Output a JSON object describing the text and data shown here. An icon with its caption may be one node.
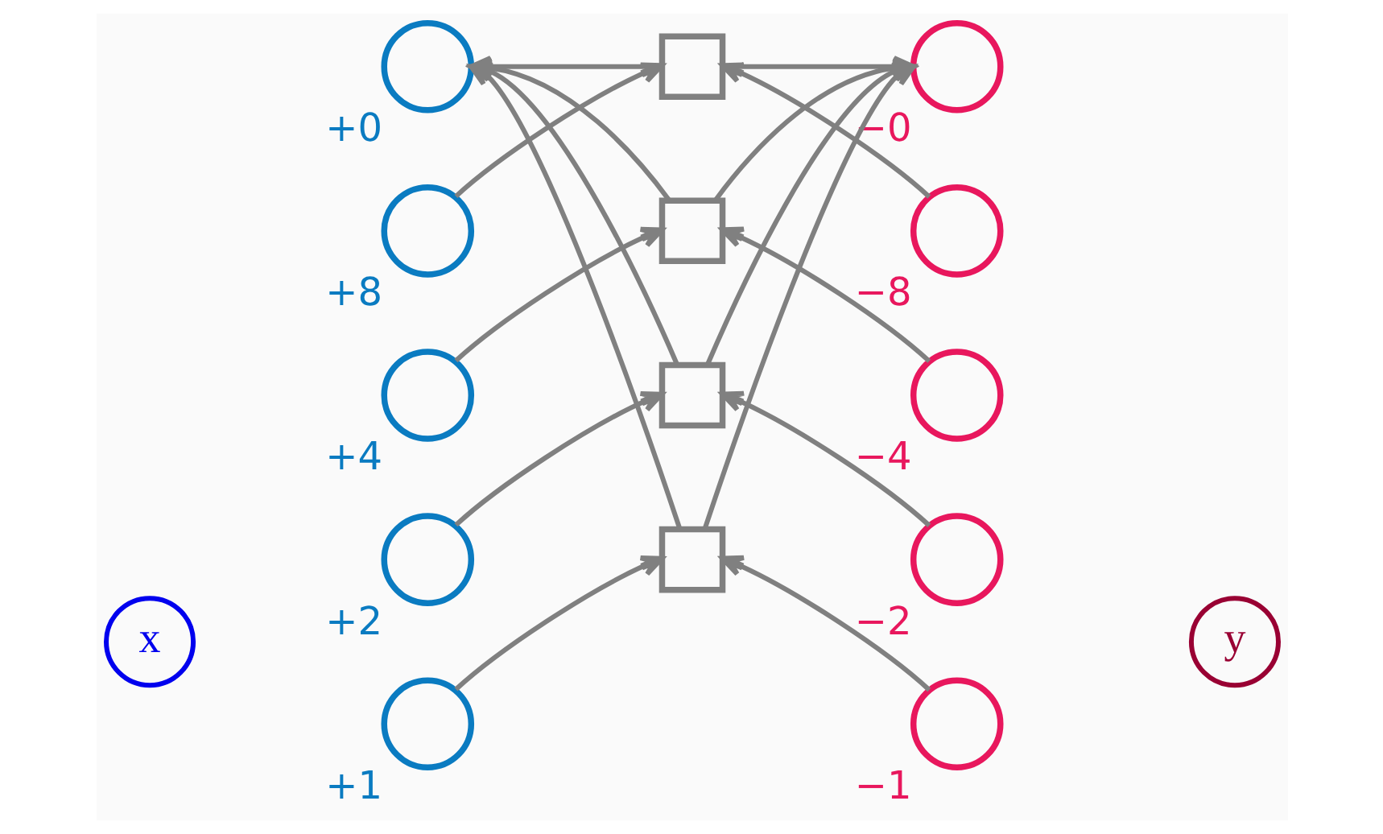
{
  "diagram": {
    "nodes": [
      {
        "text": [
          "+0"
        ]
      },
      {
        "text": [
          "−0"
        ]
      },
      {
        "text": [
          "+8"
        ]
      },
      {
        "text": [],
        "shape": "box"
      },
      {
        "text": [
          "−8"
        ]
      },
      {
        "text": [
          "+4"
        ]
      },
      {
        "text": [],
        "shape": "box"
      },
      {
        "text": [
          "−4"
        ]
      },
      {
        "text": [
          "x"
        ]
      },
      {
        "text": [
          "+2"
        ]
      },
      {
        "text": [],
        "shape": "box"
      },
      {
        "text": [
          "−2"
        ]
      },
      {
        "text": [
          "y"
        ]
      },
      {
        "text": [
          "+1"
        ]
      },
      {
        "text": [],
        "shape": "box"
      },
      {
        "text": [
          "−1"
        ]
      }
    ],
    "edges": [
      {
        "from": 2,
        "to": 3,
        "arrow": "to"
      },
      {
        "from": 4,
        "to": 3,
        "arrow": "to"
      },
      {
        "from": 3,
        "to": 0,
        "arrow": "to"
      },
      {
        "from": 3,
        "to": 1,
        "arrow": "to"
      },
      {
        "from": 5,
        "to": 6,
        "arrow": "to"
      },
      {
        "from": 7,
        "to": 6,
        "arrow": "to"
      },
      {
        "from": 6,
        "to": 0,
        "arrow": "to"
      },
      {
        "from": 6,
        "to": 1,
        "arrow": "to"
      },
      {
        "from": 9,
        "to": 10,
        "arrow": "to"
      },
      {
        "from": 11,
        "to": 10,
        "arrow": "to"
      },
      {
        "from": 10,
        "to": 0,
        "arrow": "to"
      },
      {
        "from": 10,
        "to": 1,
        "arrow": "to"
      },
      {
        "from": 13,
        "to": 14,
        "arrow": "to"
      },
      {
        "from": 15,
        "to": 14,
        "arrow": "to"
      },
      {
        "from": 14,
        "to": 0,
        "arrow": "to"
      },
      {
        "from": 14,
        "to": 1,
        "arrow": "to"
      }
    ]
  }
}
